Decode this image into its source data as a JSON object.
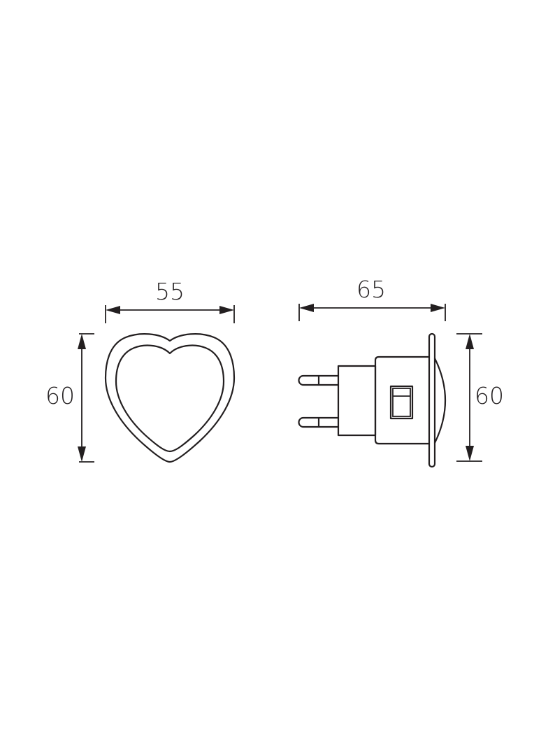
{
  "diagram": {
    "type": "technical dimension drawing",
    "subject": "heart-shaped plug-in night light",
    "line_color": "#231f20",
    "background": "#ffffff",
    "views": [
      {
        "name": "front-view",
        "shape": "heart",
        "dimensions": {
          "width": "55",
          "height": "60"
        }
      },
      {
        "name": "side-view",
        "shape": "plug with switch and lens",
        "dimensions": {
          "depth": "65",
          "height": "60"
        }
      }
    ]
  },
  "labels": {
    "front_width": "55",
    "front_height": "60",
    "side_depth": "65",
    "side_height": "60"
  }
}
